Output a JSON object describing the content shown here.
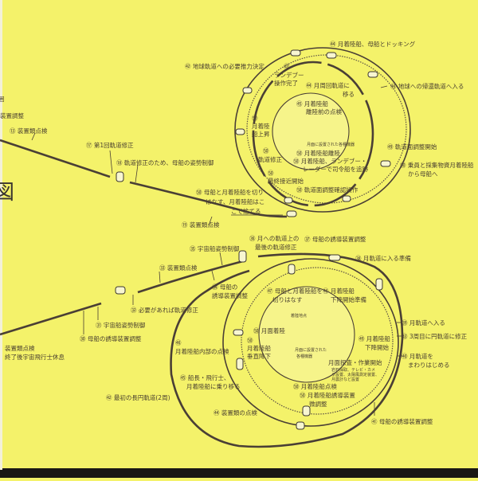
{
  "page": {
    "background_color": "#f4f26a",
    "line_color": "#4a3f35",
    "bottom_edge_color": "#1a1714"
  },
  "left_edge": {
    "title_fragment": "図",
    "top_fragment": "囲",
    "adjust_fragment": "装置調整",
    "check_13": "⑬ 装置類点検"
  },
  "top_diagram": {
    "docking": "㊹ 月着陸船、母船とドッキング",
    "earth_thrust": "㊷ 地球軌道への必要推力決定",
    "rendezvous": [
      "㊸",
      "ランデブー",
      "操作完了"
    ],
    "lunar_orbit_move": [
      "㊹ 月周回軌道に",
      "移る"
    ],
    "return_orbit": "㊻ 地球への帰還軌道へ入る",
    "pre_liftoff": [
      "㊺ 月着陸船",
      "離陸前の点検"
    ],
    "ascent": [
      "㊿",
      "月着陸",
      "船上昇"
    ],
    "equipment_on_moon": "月面に設置された各種機器",
    "liftoff": "㊿ 月着陸船離陸",
    "radar_track": [
      "㊿ 月着陸船、ランデブー・",
      "レーダーで司令船を追跡"
    ],
    "plane_adjust_start": "㊾ 軌道面調整開始",
    "crew_transfer": [
      "㊿ 乗員と採集物資月着陸船",
      "から母船へ"
    ],
    "course_correction": [
      "㊿",
      "軌道修正"
    ],
    "final_approach": [
      "㊿",
      "最終接近開始"
    ],
    "plane_adjust_confirm": "㊿ 軌道面調整確認操作",
    "separate_discard": [
      "㊿ 母船と月着陸船を切り",
      "はなす、月着陸船はこ",
      "こで捨てる"
    ],
    "check_19": "⑲ 装置類点検",
    "first_correction": "⑰ 第1回軌道修正",
    "attitude_control": "⑱ 軌道修正のため、母船の姿勢制御"
  },
  "bottom_diagram": {
    "attitude_35": "㉟ 宇宙船姿勢制御",
    "last_correction": [
      "㊱ 月への軌道上の",
      "最後の軌道修正"
    ],
    "guidance_37": "㊲ 母船の誘導装置調整",
    "check_33": "㉝ 装置類点検",
    "guidance_34": [
      "㉞ 母船の",
      "誘導装置調整"
    ],
    "prep_lunar_orbit": "㊳ 月軌道に入る準備",
    "separate": [
      "㊼ 母船と月着陸船を",
      "切りはなす"
    ],
    "descent_prep": [
      "㊽ 月着陸船",
      "下降開始準備"
    ],
    "correction_if_needed": "㉜ 必要があれば軌道修正",
    "attitude_31": "㉛ 宇宙船姿勢制御",
    "guidance_30": "㉚ 母船の誘導装置調整",
    "rest": [
      "装置類点検",
      "終了後宇宙飛行士休息"
    ],
    "landing": "㊿ 月面着陸",
    "enter_lunar_orbit": "㊴ 月軌道へ入る",
    "circularize": "㊸ 3周目に円軌道に修正",
    "descent_start": [
      "㊾ 月着陸船",
      "下降開始"
    ],
    "interior_check": [
      "㊻",
      "月着陸船内部の点検"
    ],
    "vertical_descent": [
      "㊿",
      "月着陸船",
      "垂直降下"
    ],
    "orbit_moon": [
      "㊵ 月軌道を",
      "まわりはじめる"
    ],
    "explore_start": "月面探査・作業開始",
    "explore_detail": [
      "岩石採取、テレビ・カメ",
      "ラ設置、太陽風測定装置、",
      "月震計など設置"
    ],
    "lm_check": "㊿ 月着陸船点検",
    "guidance_fine": [
      "㊿ 月着陸船誘導装置",
      "微調整"
    ],
    "equipment_on_moon": [
      "月面に設置された",
      "各種機器"
    ],
    "landing_site": "着陸地点",
    "crew_transfer": [
      "㊺ 船長・飛行士、",
      "月着陸船に乗り移る"
    ],
    "first_ellipse": "㊷ 最初の長円軌道(2周)",
    "check_44": "㊹ 装置類の点検",
    "guidance_41": "㊶ 母船の誘導装置調整"
  }
}
